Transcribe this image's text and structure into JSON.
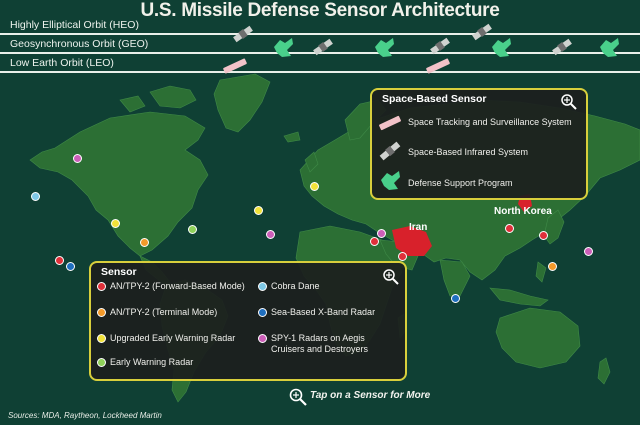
{
  "title": "U.S. Missile Defense Sensor Architecture",
  "orbits": [
    {
      "label": "Highly Elliptical Orbit (HEO)"
    },
    {
      "label": "Geosynchronous Orbit (GEO)"
    },
    {
      "label": "Low Earth Orbit (LEO)"
    }
  ],
  "space_panel": {
    "title": "Space-Based Sensor",
    "items": [
      {
        "label": "Space Tracking and Surveillance System",
        "icon": "stss-satellite-icon"
      },
      {
        "label": "Space-Based Infrared System",
        "icon": "sbirs-satellite-icon"
      },
      {
        "label": "Defense Support Program",
        "icon": "dsp-satellite-icon"
      }
    ]
  },
  "sensor_panel": {
    "title": "Sensor",
    "items": [
      {
        "label": "AN/TPY-2 (Forward-Based Mode)",
        "color": "#e0303a"
      },
      {
        "label": "AN/TPY-2 (Terminal Mode)",
        "color": "#f39a2a"
      },
      {
        "label": "Upgraded Early Warning Radar",
        "color": "#f1e23a"
      },
      {
        "label": "Early Warning Radar",
        "color": "#8fd15a"
      },
      {
        "label": "Cobra Dane",
        "color": "#7ec8e6"
      },
      {
        "label": "Sea-Based X-Band Radar",
        "color": "#1f6fbf"
      },
      {
        "label": "SPY-1 Radars on Aegis Cruisers and Destroyers",
        "color": "#cc5fb8"
      }
    ]
  },
  "countries": {
    "iran": "Iran",
    "north_korea": "North Korea"
  },
  "tap_hint": "Tap on a Sensor for More",
  "sources": "Sources: MDA, Raytheon, Lockheed Martin",
  "colors": {
    "land": "#2c6f34",
    "ocean": "#0f4034",
    "panel_border": "#d8cf3c",
    "highlight": "#d8212b"
  }
}
